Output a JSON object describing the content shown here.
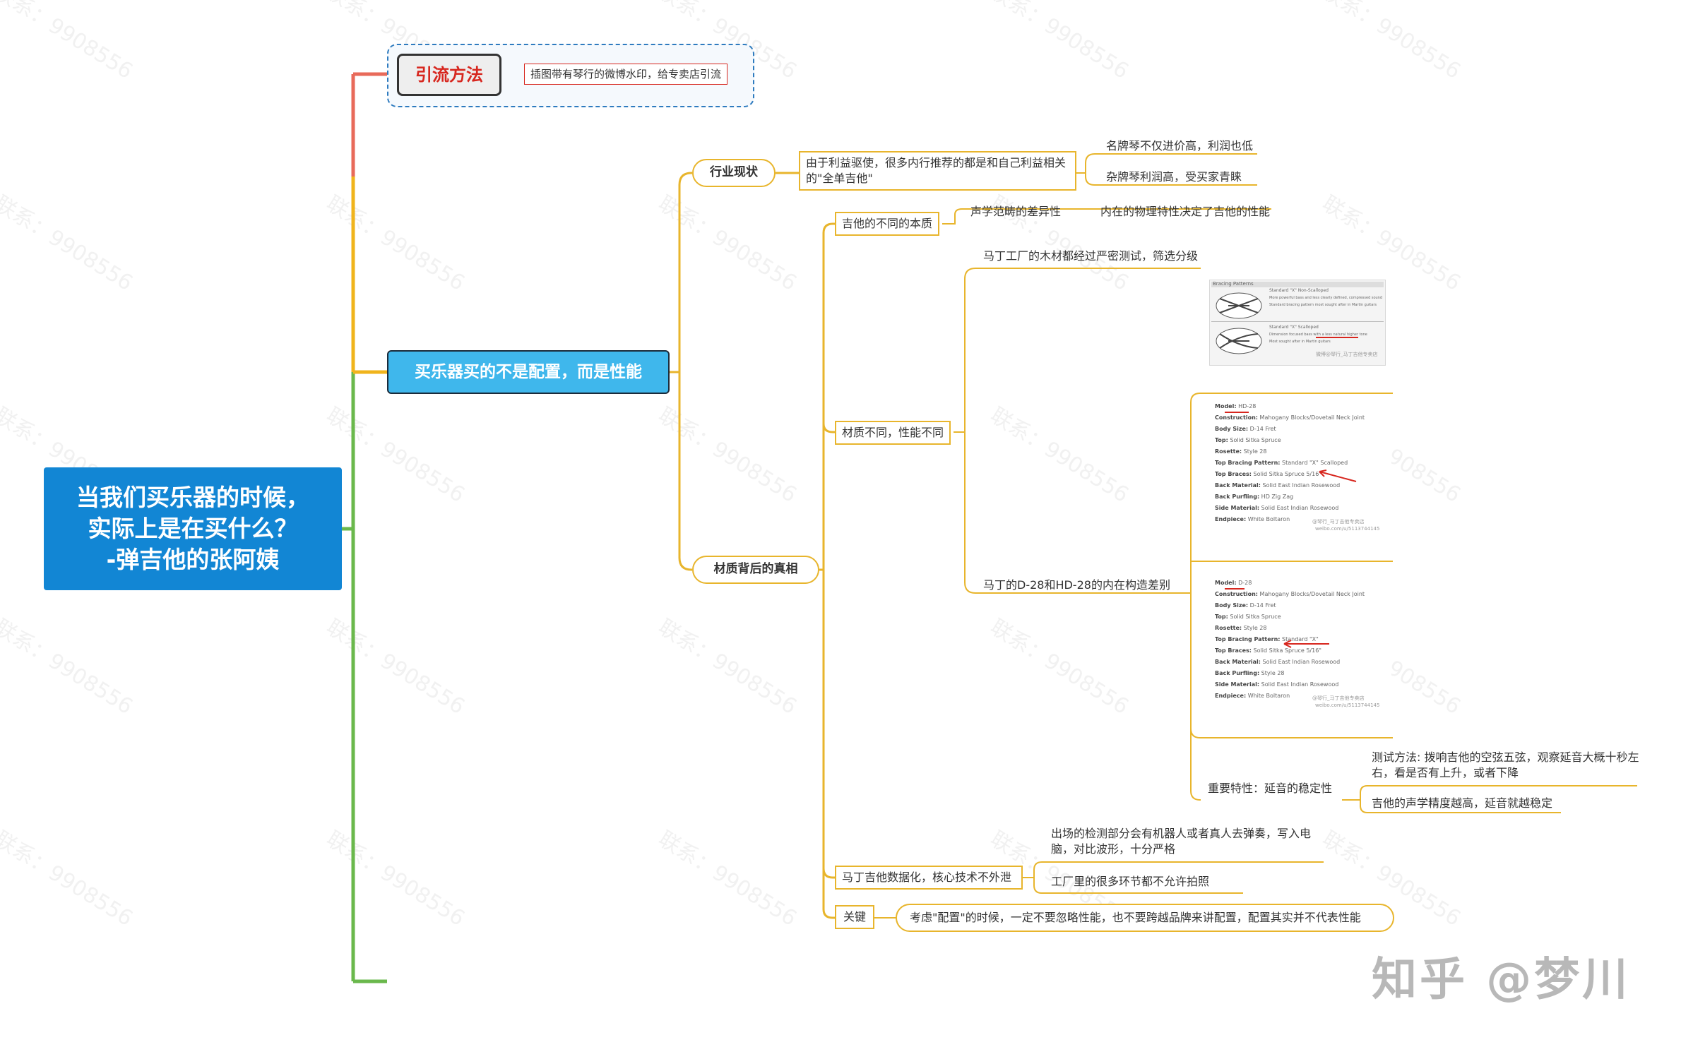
{
  "root": {
    "line1": "当我们买乐器的时候，",
    "line2": "实际上是在买什么？",
    "line3": "-弹吉他的张阿姨"
  },
  "branch_top": {
    "label": "引流方法",
    "note": "插图带有琴行的微博水印，给专卖店引流"
  },
  "branch_main": {
    "label": "买乐器买的不是配置，而是性能",
    "industry": {
      "label": "行业现状",
      "reason": "由于利益驱使，很多内行推荐的都是和自己利益相关的\"全单吉他\"",
      "leaf1": "名牌琴不仅进价高，利润也低",
      "leaf2": "杂牌琴利润高，受买家青睐"
    },
    "truth": {
      "label": "材质背后的真相",
      "essence": {
        "label": "吉他的不同的本质",
        "acoustic": "声学范畴的差异性",
        "physics": "内在的物理特性决定了吉他的性能"
      },
      "material": {
        "label": "材质不同，性能不同",
        "martin_test": "马丁工厂的木材都经过严密测试，筛选分级",
        "construction": "马丁的D-28和HD-28的内在构造差别",
        "stability": {
          "label": "重要特性：延音的稳定性",
          "method": "测试方法: 拨响吉他的空弦五弦，观察延音大概十秒左右，看是否有上升，或者下降",
          "result": "吉他的声学精度越高，延音就越稳定"
        }
      },
      "data": {
        "label": "马丁吉他数据化，核心技术不外泄",
        "leaf1": "出场的检测部分会有机器人或者真人去弹奏，写入电脑，对比波形，十分严格",
        "leaf2": "工厂里的很多环节都不允许拍照"
      },
      "key": {
        "label": "关键",
        "note": "考虑\"配置\"的时候，一定不要忽略性能，也不要跨越品牌来讲配置，配置其实并不代表性能"
      }
    }
  },
  "img1": {
    "head": "Bracing Patterns",
    "a_title": "Standard \"X\" Non-Scalloped",
    "a_line1": "More powerful bass and less clearly defined, compressed sound",
    "a_line2": "Standard bracing pattern most sought after in Martin guitars",
    "b_title": "Standard \"X\" Scalloped",
    "b_line1": "Dimension focused bass with a less natural higher tone",
    "b_line2": "Most sought after in Martin guitars",
    "wm": "微博@琴行_马丁吉他专卖店"
  },
  "hd28": {
    "rows": [
      [
        "Model:",
        "HD-28"
      ],
      [
        "Construction:",
        "Mahogany Blocks/Dovetail Neck Joint"
      ],
      [
        "Body Size:",
        "D-14 Fret"
      ],
      [
        "Top:",
        "Solid Sitka Spruce"
      ],
      [
        "Rosette:",
        "Style 28"
      ],
      [
        "Top Bracing Pattern:",
        "Standard \"X\" Scalloped"
      ],
      [
        "Top Braces:",
        "Solid Sitka Spruce 5/16\""
      ],
      [
        "Back Material:",
        "Solid East Indian Rosewood"
      ],
      [
        "Back Purfling:",
        "HD Zig Zag"
      ],
      [
        "Side Material:",
        "Solid East Indian Rosewood"
      ],
      [
        "Endpiece:",
        "White Boltaron"
      ]
    ],
    "wm1": "@琴行_马丁吉他专卖店",
    "wm2": "weibo.com/u/5113744145"
  },
  "d28": {
    "rows": [
      [
        "Model:",
        "D-28"
      ],
      [
        "Construction:",
        "Mahogany Blocks/Dovetail Neck Joint"
      ],
      [
        "Body Size:",
        "D-14 Fret"
      ],
      [
        "Top:",
        "Solid Sitka Spruce"
      ],
      [
        "Rosette:",
        "Style 28"
      ],
      [
        "Top Bracing Pattern:",
        "Standard \"X\""
      ],
      [
        "Top Braces:",
        "Solid Sitka Spruce 5/16\""
      ],
      [
        "Back Material:",
        "Solid East Indian Rosewood"
      ],
      [
        "Back Purfling:",
        "Style 28"
      ],
      [
        "Side Material:",
        "Solid East Indian Rosewood"
      ],
      [
        "Endpiece:",
        "White Boltaron"
      ]
    ],
    "wm1": "@琴行_马丁吉他专卖店",
    "wm2": "weibo.com/u/5113744145"
  },
  "watermark": "联系：9908556",
  "brand": "知乎 @梦川",
  "colors": {
    "root": "#1286d4",
    "main": "#3fb7ec",
    "top_branch": "#e86a5a",
    "mid_branch": "#f0b41c",
    "bottom_branch": "#6ab84c",
    "node_border": "#e8b52c",
    "accent_red": "#d7261e"
  }
}
